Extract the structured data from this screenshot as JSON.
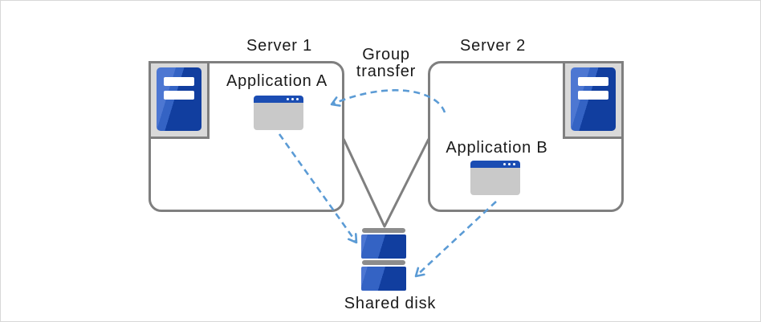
{
  "canvas": {
    "background": "#ffffff",
    "border_color": "#d8d8d8"
  },
  "colors": {
    "outline_gray": "#7f7f7f",
    "panel_gray": "#d9d9d9",
    "window_body_gray": "#c9c9c9",
    "disk_cap_gray": "#8c8c8c",
    "deep_blue": "#113e9f",
    "mid_blue": "#3463c4",
    "titlebar_blue": "#1b4db3",
    "arrow_blue": "#5b9bd5",
    "text_color": "#1a1a1a"
  },
  "icons": {
    "server_machine": "server-tower-icon",
    "application": "application-window-icon",
    "shared_disk": "disk-stack-icon"
  },
  "nodes": {
    "server1": {
      "label": "Server 1",
      "app": {
        "label": "Application A"
      }
    },
    "server2": {
      "label": "Server 2",
      "app": {
        "label": "Application B"
      }
    },
    "shared_disk": {
      "label": "Shared disk"
    }
  },
  "edges": {
    "group_transfer": {
      "label": "Group transfer",
      "style": "dashed-arc-arrow",
      "from": "Server 2",
      "to": "Server 1"
    },
    "app_a_to_disk": {
      "style": "dashed-arrow",
      "from": "Application A",
      "to": "Shared disk"
    },
    "app_b_to_disk": {
      "style": "dashed-arrow",
      "from": "Application B",
      "to": "Shared disk"
    },
    "servers_to_disk": {
      "style": "solid-line-v",
      "from": "Server 1 / Server 2",
      "to": "Shared disk"
    }
  }
}
